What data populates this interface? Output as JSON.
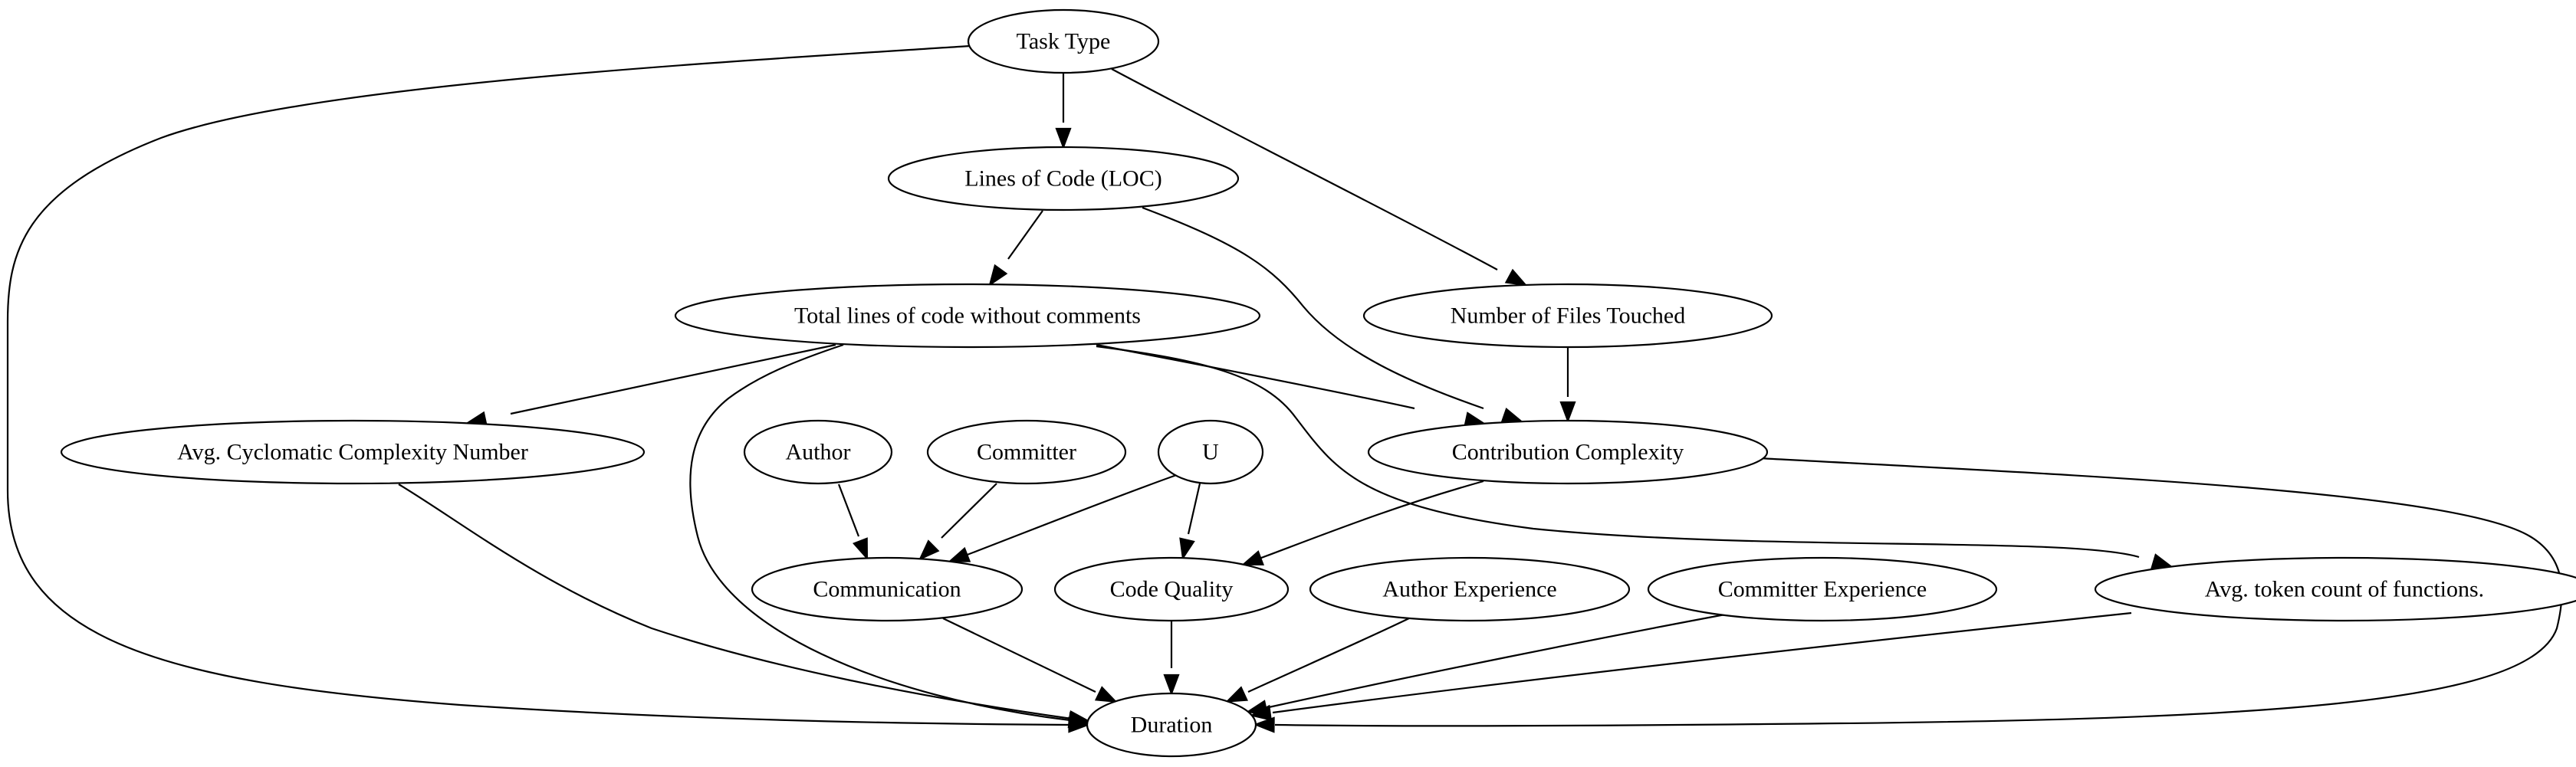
{
  "graph": {
    "type": "directed-graph",
    "colors": {
      "background": "#ffffff",
      "stroke": "#000000",
      "node_fill": "#ffffff",
      "text": "#000000"
    },
    "nodes": [
      {
        "id": "task_type",
        "label": "Task Type"
      },
      {
        "id": "loc",
        "label": "Lines of Code (LOC)"
      },
      {
        "id": "total_loc",
        "label": "Total lines of code without comments"
      },
      {
        "id": "files_touched",
        "label": "Number of Files Touched"
      },
      {
        "id": "avg_cc",
        "label": "Avg. Cyclomatic Complexity Number"
      },
      {
        "id": "author",
        "label": "Author"
      },
      {
        "id": "committer",
        "label": "Committer"
      },
      {
        "id": "u",
        "label": "U"
      },
      {
        "id": "contrib_complexity",
        "label": "Contribution Complexity"
      },
      {
        "id": "communication",
        "label": "Communication"
      },
      {
        "id": "code_quality",
        "label": "Code Quality"
      },
      {
        "id": "author_exp",
        "label": "Author Experience"
      },
      {
        "id": "committer_exp",
        "label": "Committer Experience"
      },
      {
        "id": "avg_token",
        "label": "Avg. token count of functions."
      },
      {
        "id": "duration",
        "label": "Duration"
      }
    ],
    "edges": [
      {
        "from": "task_type",
        "to": "loc"
      },
      {
        "from": "task_type",
        "to": "files_touched"
      },
      {
        "from": "task_type",
        "to": "duration"
      },
      {
        "from": "loc",
        "to": "total_loc"
      },
      {
        "from": "loc",
        "to": "contrib_complexity"
      },
      {
        "from": "total_loc",
        "to": "avg_cc"
      },
      {
        "from": "total_loc",
        "to": "contrib_complexity"
      },
      {
        "from": "total_loc",
        "to": "avg_token"
      },
      {
        "from": "total_loc",
        "to": "duration"
      },
      {
        "from": "files_touched",
        "to": "contrib_complexity"
      },
      {
        "from": "avg_cc",
        "to": "duration"
      },
      {
        "from": "author",
        "to": "communication"
      },
      {
        "from": "committer",
        "to": "communication"
      },
      {
        "from": "u",
        "to": "communication"
      },
      {
        "from": "u",
        "to": "code_quality"
      },
      {
        "from": "contrib_complexity",
        "to": "code_quality"
      },
      {
        "from": "contrib_complexity",
        "to": "duration"
      },
      {
        "from": "communication",
        "to": "duration"
      },
      {
        "from": "code_quality",
        "to": "duration"
      },
      {
        "from": "author_exp",
        "to": "duration"
      },
      {
        "from": "committer_exp",
        "to": "duration"
      },
      {
        "from": "avg_token",
        "to": "duration"
      }
    ]
  }
}
